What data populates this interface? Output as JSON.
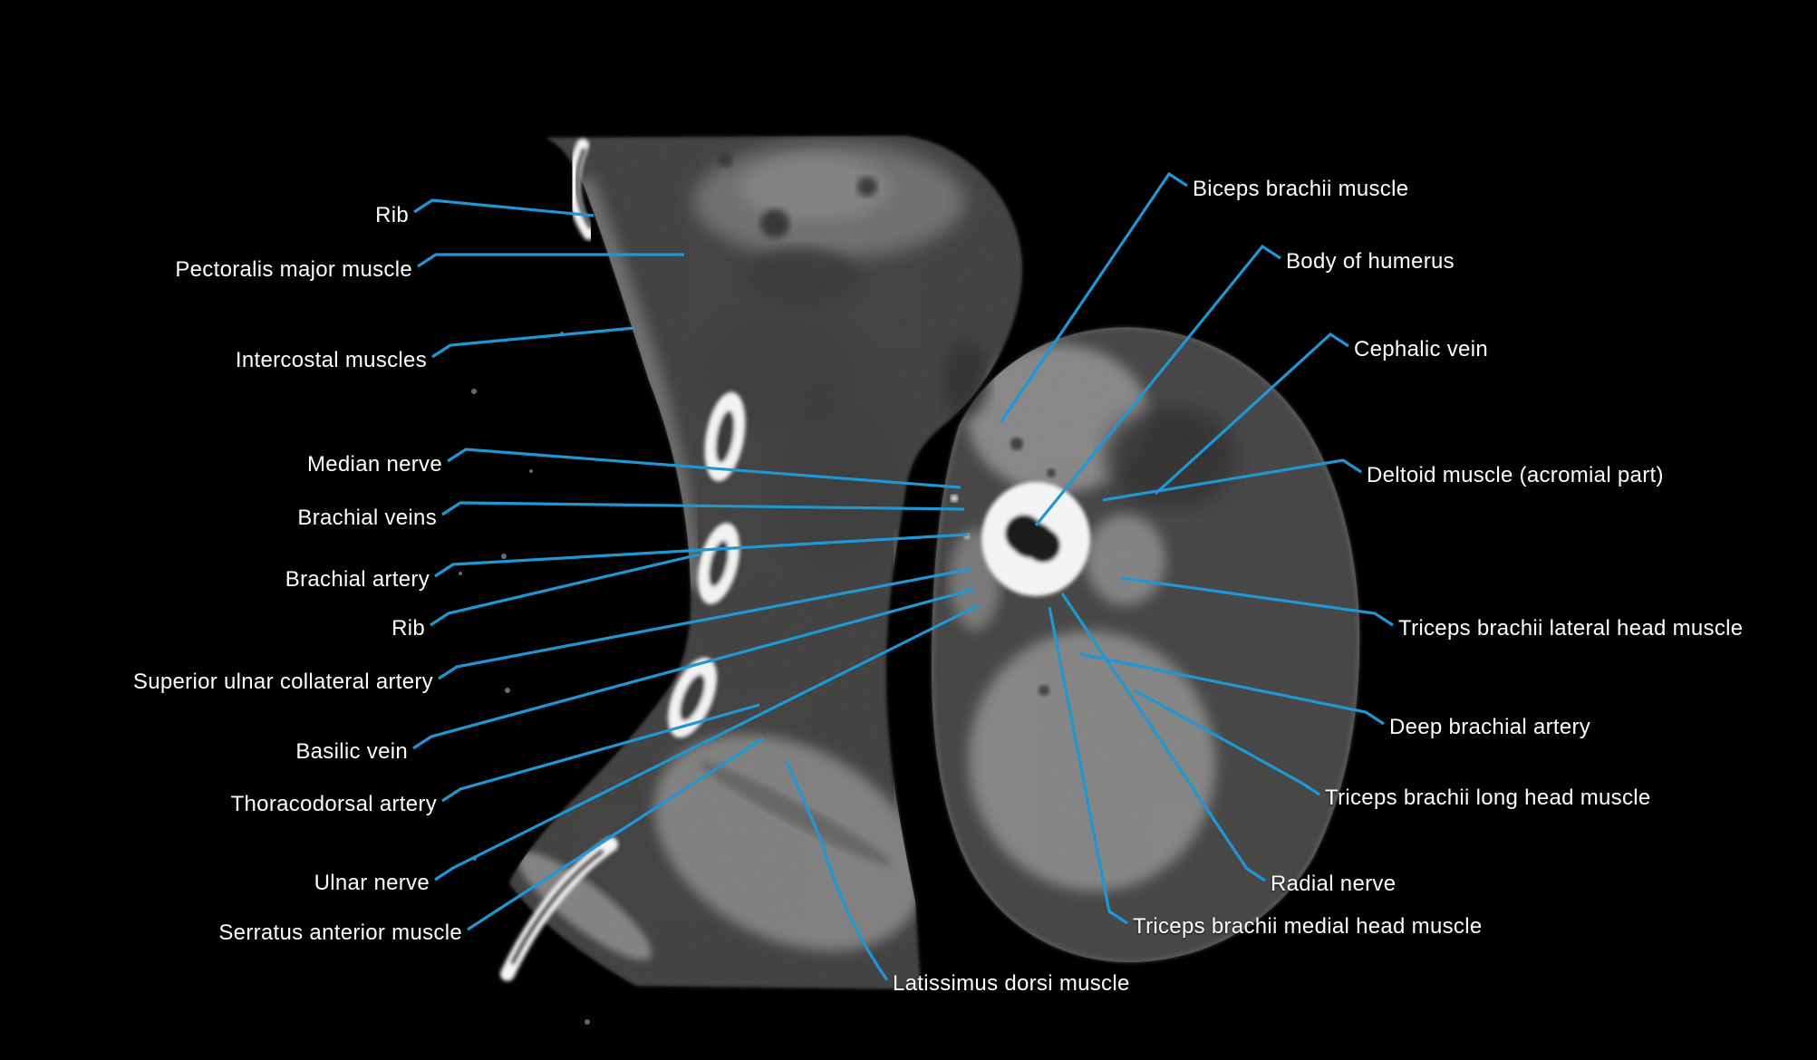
{
  "figure": {
    "kind": "annotated-ct-axial-section",
    "region": "shoulder and proximal upper arm"
  },
  "colors": {
    "background": "#000000",
    "leader_line": "#1f97d4",
    "label_text": "#ffffff",
    "bone": "#f3f3f3",
    "muscle": "#929292",
    "tissue": "#454545"
  },
  "annotations": {
    "left": [
      "Rib",
      "Pectoralis major muscle",
      "Intercostal muscles",
      "Median nerve",
      "Brachial veins",
      "Brachial artery",
      "Rib",
      "Superior ulnar collateral artery",
      "Basilic vein",
      "Thoracodorsal artery",
      "Ulnar nerve",
      "Serratus anterior muscle"
    ],
    "bottom": [
      "Latissimus dorsi muscle"
    ],
    "right": [
      "Biceps brachii muscle",
      "Body of humerus",
      "Cephalic vein",
      "Deltoid muscle (acromial part)",
      "Triceps brachii lateral head muscle",
      "Deep brachial artery",
      "Triceps brachii long head muscle",
      "Radial nerve",
      "Triceps brachii medial head muscle"
    ]
  }
}
